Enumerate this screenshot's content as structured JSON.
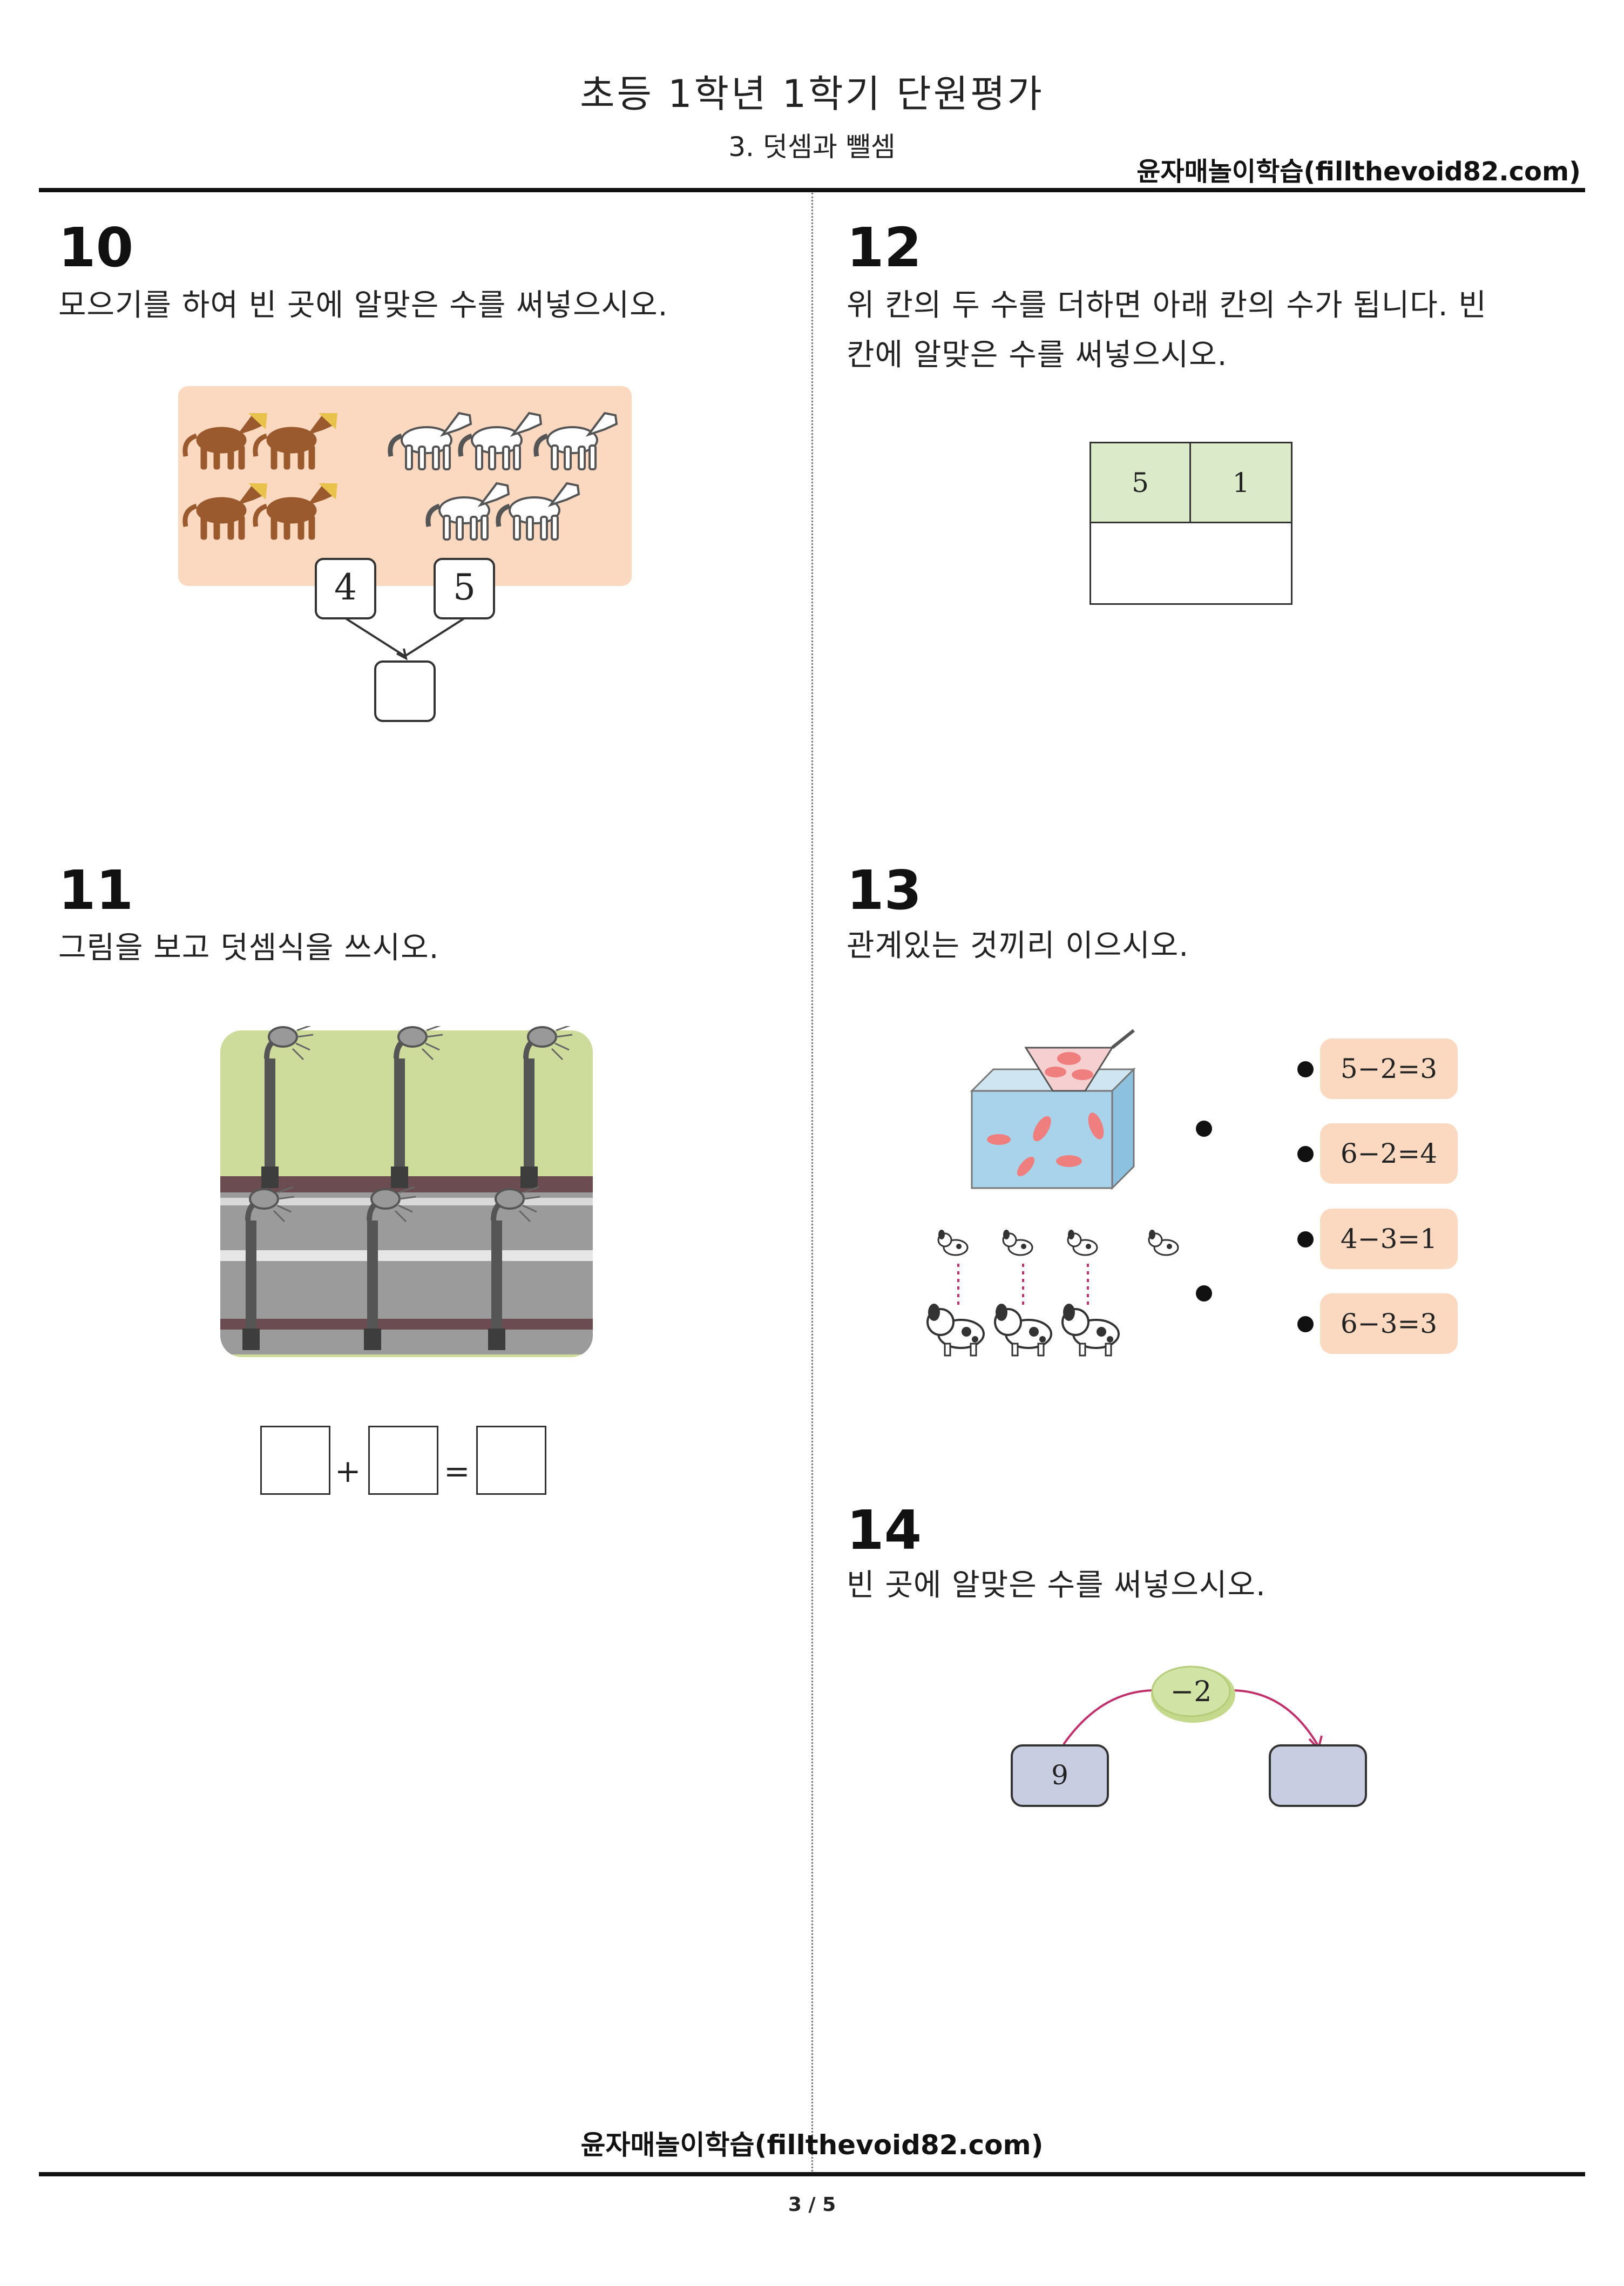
{
  "header": {
    "title": "초등 1학년 1학기 단원평가",
    "subtitle": "3. 덧셈과 뺄셈",
    "site": "윤자매놀이학습(fillthevoid82.com)"
  },
  "questions": {
    "q10": {
      "number": "10",
      "text": "모으기를 하여 빈 곳에 알맞은 수를 써넣으시오.",
      "left_value": "4",
      "right_value": "5",
      "answer": ""
    },
    "q11": {
      "number": "11",
      "text": "그림을 보고 덧셈식을 쓰시오.",
      "plus": "+",
      "equals": "="
    },
    "q12": {
      "number": "12",
      "text_line1": "위 칸의 두 수를 더하면 아래 칸의 수가 됩니다. 빈",
      "text_line2": "칸에 알맞은 수를 써넣으시오.",
      "top_left": "5",
      "top_right": "1"
    },
    "q13": {
      "number": "13",
      "text": "관계있는 것끼리 이으시오.",
      "options": [
        "5−2=3",
        "6−2=4",
        "4−3=1",
        "6−3=3"
      ]
    },
    "q14": {
      "number": "14",
      "text": "빈 곳에 알맞은 수를 써넣으시오.",
      "operator": "−2",
      "start": "9"
    }
  },
  "footer": {
    "site": "윤자매놀이학습(fillthevoid82.com)",
    "page": "3 / 5"
  },
  "colors": {
    "horse_bg": "#fbd9c1",
    "street_green": "#cddc9b",
    "green_cell": "#dbebc9",
    "pill": "#fbd9c1",
    "oval": "#d2e3a6",
    "blue_box": "#c9cde2"
  }
}
